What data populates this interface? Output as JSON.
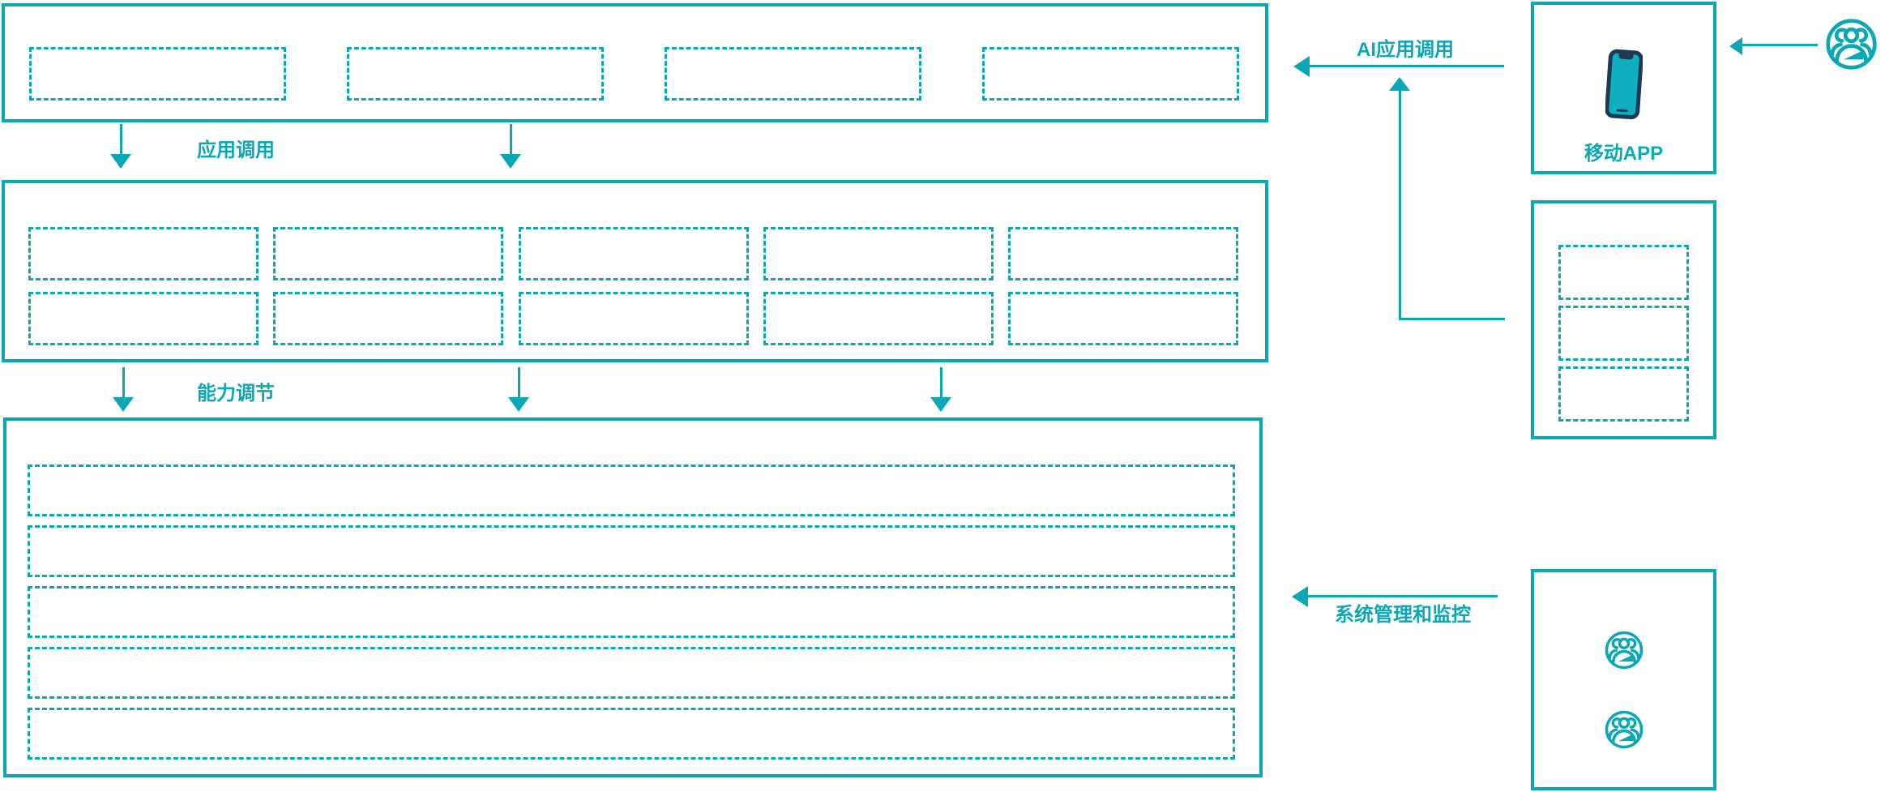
{
  "colors": {
    "accent_teal": "#0BA7B5",
    "phone_navy": "#1E3A53",
    "phone_screen": "#10AFC0"
  },
  "top_layer": {
    "placeholder_count": 4
  },
  "middle_layer": {
    "placeholder_count": 10
  },
  "bottom_layer": {
    "row_count": 5
  },
  "flows": {
    "app_call_label": "应用调用",
    "capability_label": "能力调节",
    "ai_app_call_label": "AI应用调用",
    "system_monitor_label": "系统管理和监控"
  },
  "right_column": {
    "mobile_app": {
      "label": "移动APP",
      "icon": "smartphone-icon"
    },
    "platform_box": {
      "placeholder_count": 3
    },
    "admin_box": {
      "user_icon_count": 2,
      "icon": "user-group-icon"
    },
    "external_user": {
      "icon": "user-group-icon"
    }
  }
}
